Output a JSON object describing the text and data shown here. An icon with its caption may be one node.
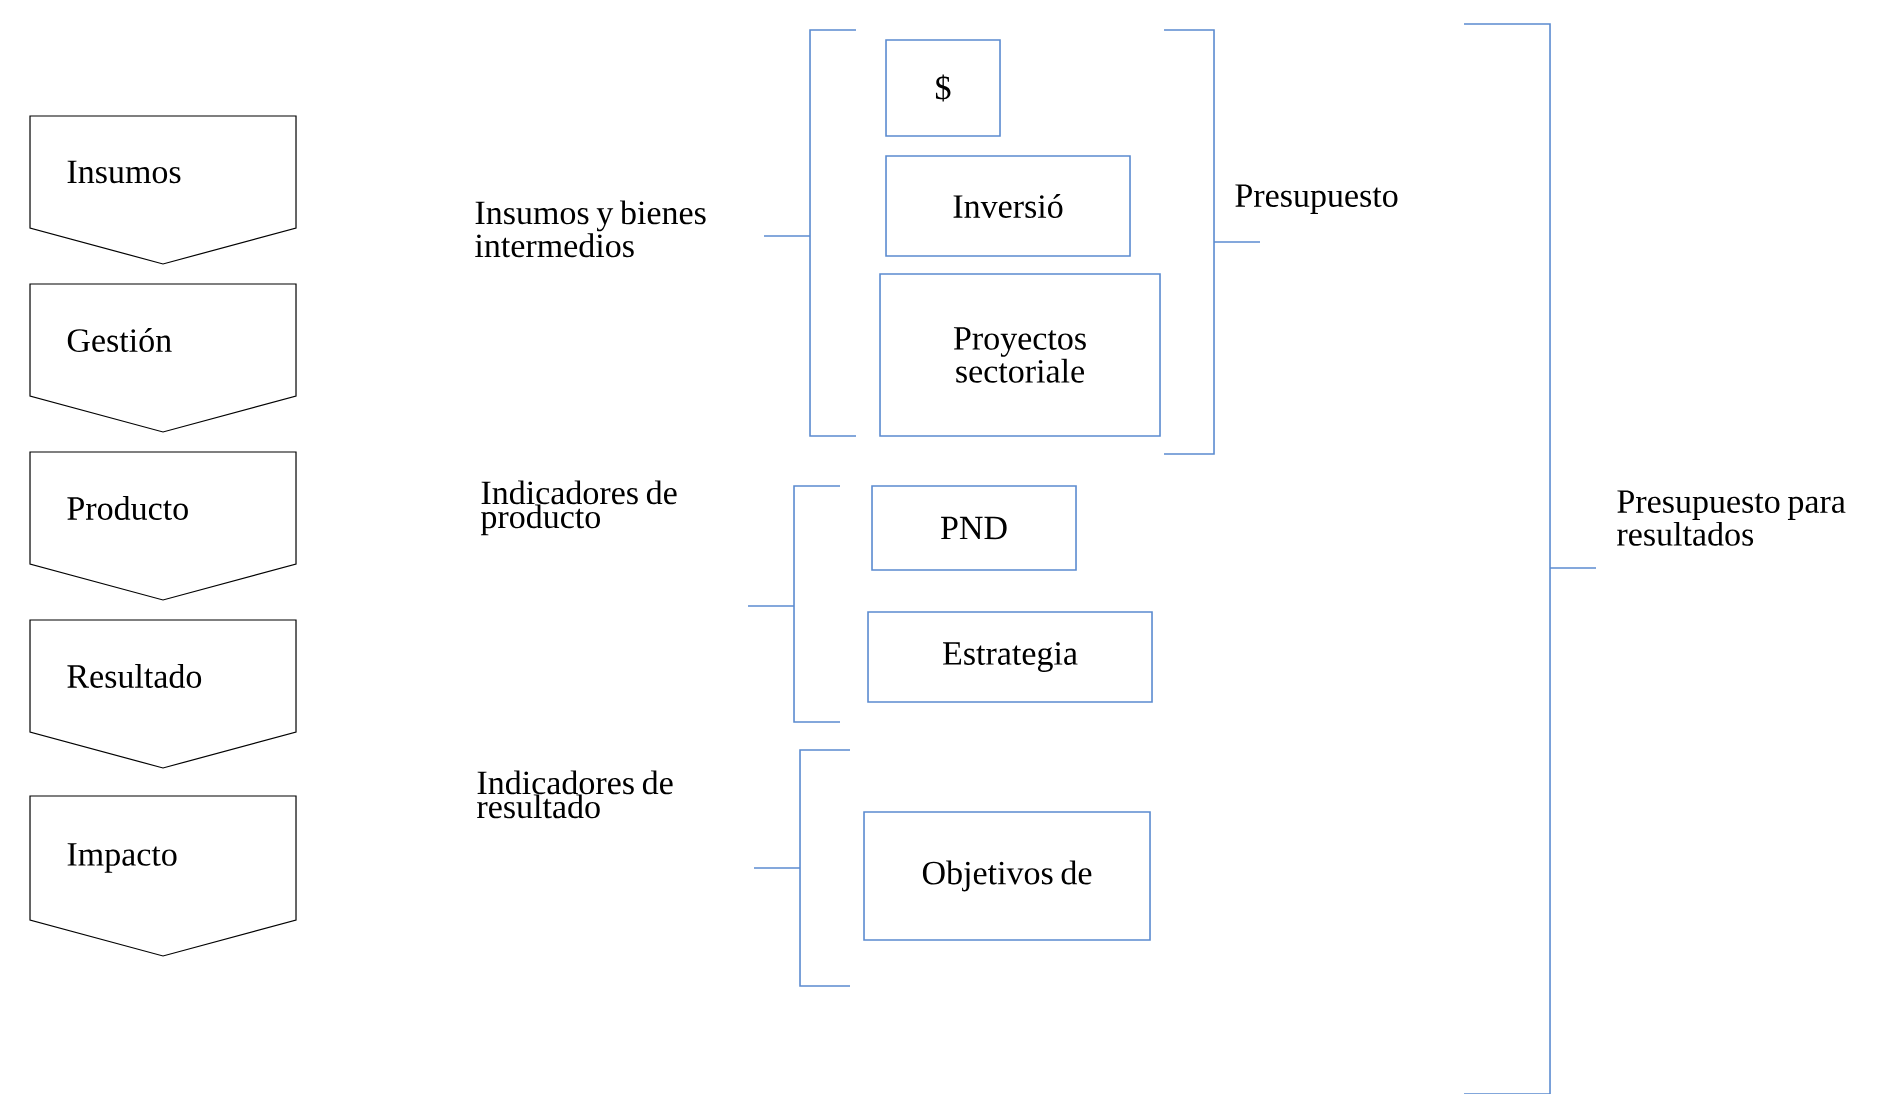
{
  "diagram": {
    "nodes": [
      {
        "text": [
          "Insumos"
        ]
      },
      {
        "text": [
          "Gestión"
        ]
      },
      {
        "text": [
          "Producto"
        ]
      },
      {
        "text": [
          "Resultado"
        ]
      },
      {
        "text": [
          "Impacto"
        ]
      },
      {
        "text": [
          "Insumos y bienes intermedios"
        ]
      },
      {
        "text": [
          "$"
        ]
      },
      {
        "text": [
          "Inversió"
        ]
      },
      {
        "text": [
          "Proyectos sectoriale"
        ]
      },
      {
        "text": [
          "Presupuesto"
        ]
      },
      {
        "text": [
          "Indicadores de producto"
        ]
      },
      {
        "text": [
          "PND"
        ]
      },
      {
        "text": [
          "Estrategia"
        ]
      },
      {
        "text": [
          "Indicadores de resultado"
        ]
      },
      {
        "text": [
          "Objetivos de"
        ]
      },
      {
        "text": [
          "Presupuesto para resultados"
        ]
      }
    ]
  }
}
